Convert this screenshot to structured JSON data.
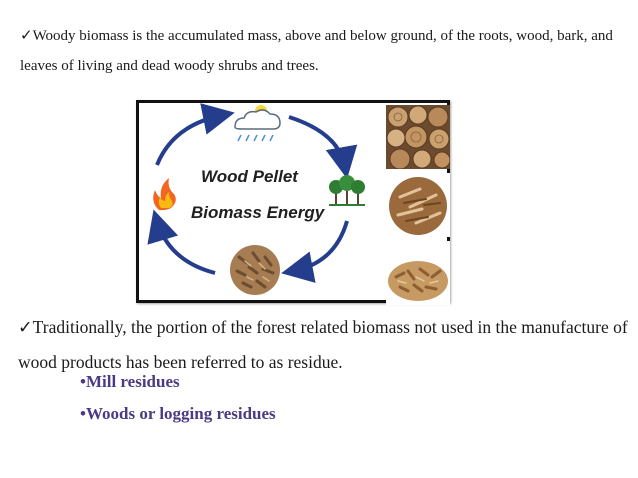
{
  "slide": {
    "intro": {
      "check": "✓",
      "text": "Woody biomass is the accumulated mass, above and below ground, of the roots, wood, bark, and leaves of living and dead woody shrubs and trees."
    },
    "figure": {
      "title_line1": "Wood Pellet",
      "title_line2": "Biomass Energy",
      "icons": [
        "weather-cloud-sun-icon",
        "trees-icon",
        "wood-pellets-icon",
        "fire-icon"
      ],
      "photos": [
        "firewood-logs-photo",
        "wood-chips-photo",
        "wood-pellets-photo"
      ],
      "arrow_color": "#243d8c",
      "flame_colors": [
        "#f26522",
        "#fdb913"
      ],
      "tree_color": "#2e7d32"
    },
    "residue": {
      "check": "✓",
      "text": "Traditionally, the portion of the forest related biomass not used in the manufacture of wood products has been referred to as residue."
    },
    "bullets": [
      "•Mill residues",
      "•Woods or logging residues"
    ],
    "bullet_color": "#4b3b84"
  }
}
